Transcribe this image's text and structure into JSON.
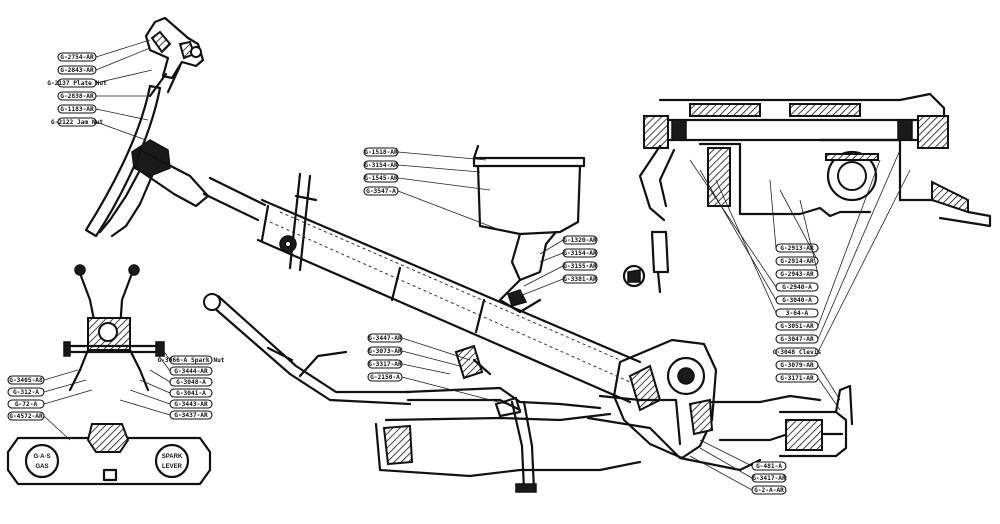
{
  "diagram": {
    "callouts": {
      "wheel_top": [
        {
          "id": "wt1",
          "text": "G-2754-AR"
        },
        {
          "id": "wt2",
          "text": "G-2843-AR"
        },
        {
          "id": "wt3",
          "text": "G-2137 Plate Nut"
        },
        {
          "id": "wt4",
          "text": "G-2838-AR"
        },
        {
          "id": "wt5",
          "text": "G-1183-AR"
        },
        {
          "id": "wt6",
          "text": "G-2122 Jam Nut"
        }
      ],
      "oil_cup": [
        {
          "id": "oc1",
          "text": "G-1518-AR"
        },
        {
          "id": "oc2",
          "text": "G-3154-AR"
        },
        {
          "id": "oc3",
          "text": "G-1545-AR"
        },
        {
          "id": "oc4",
          "text": "G-3547-A"
        }
      ],
      "column_mid": [
        {
          "id": "cm1",
          "text": "G-1320-AR"
        },
        {
          "id": "cm2",
          "text": "G-3154-AR"
        },
        {
          "id": "cm3",
          "text": "G-3155-AR"
        },
        {
          "id": "cm4",
          "text": "G-3381-AR"
        }
      ],
      "right_stack": [
        {
          "id": "rs1",
          "text": "G-2913-AR"
        },
        {
          "id": "rs2",
          "text": "G-2914-AR"
        },
        {
          "id": "rs3",
          "text": "G-2943-AR"
        },
        {
          "id": "rs4",
          "text": "G-2940-A"
        },
        {
          "id": "rs5",
          "text": "G-3040-A"
        },
        {
          "id": "rs6",
          "text": "3-64-A"
        },
        {
          "id": "rs7",
          "text": "G-3051-AR"
        },
        {
          "id": "rs8",
          "text": "G-3047-AR"
        },
        {
          "id": "rs9",
          "text": "G-3048 Clevis"
        },
        {
          "id": "rs10",
          "text": "G-3079-AR"
        },
        {
          "id": "rs11",
          "text": "G-3171-AR"
        }
      ],
      "linkage": [
        {
          "id": "lk1",
          "text": "G-3447-AR"
        },
        {
          "id": "lk2",
          "text": "G-3073-AR"
        },
        {
          "id": "lk3",
          "text": "G-3317-AR"
        },
        {
          "id": "lk4",
          "text": "G-2150-A"
        }
      ],
      "bottom_right": [
        {
          "id": "br1",
          "text": "G-481-A"
        },
        {
          "id": "br2",
          "text": "G-3417-AR"
        },
        {
          "id": "br3",
          "text": "G-2-A-AR"
        }
      ],
      "throttle_left": [
        {
          "id": "tl1",
          "text": "G-3405-A8"
        },
        {
          "id": "tl2",
          "text": "G-312-A"
        },
        {
          "id": "tl3",
          "text": "G-72-A"
        },
        {
          "id": "tl4",
          "text": "G-4572-AR"
        }
      ],
      "throttle_right": [
        {
          "id": "tr1",
          "text": "G-3066-A Spark Nut"
        },
        {
          "id": "tr2",
          "text": "G-3444-AR"
        },
        {
          "id": "tr3",
          "text": "G-3048-A"
        },
        {
          "id": "tr4",
          "text": "G-3041-A"
        },
        {
          "id": "tr5",
          "text": "G-3443-AR"
        },
        {
          "id": "tr6",
          "text": "G-3437-AR"
        }
      ]
    },
    "quadrant": {
      "left_gauge": {
        "line1": "G·A·S",
        "line2": "GAS"
      },
      "right_gauge": {
        "line1": "SPARK",
        "line2": "LEVER"
      }
    }
  },
  "colors": {
    "ink": "#111111",
    "paper": "#ffffff",
    "hatch": "#111111"
  }
}
